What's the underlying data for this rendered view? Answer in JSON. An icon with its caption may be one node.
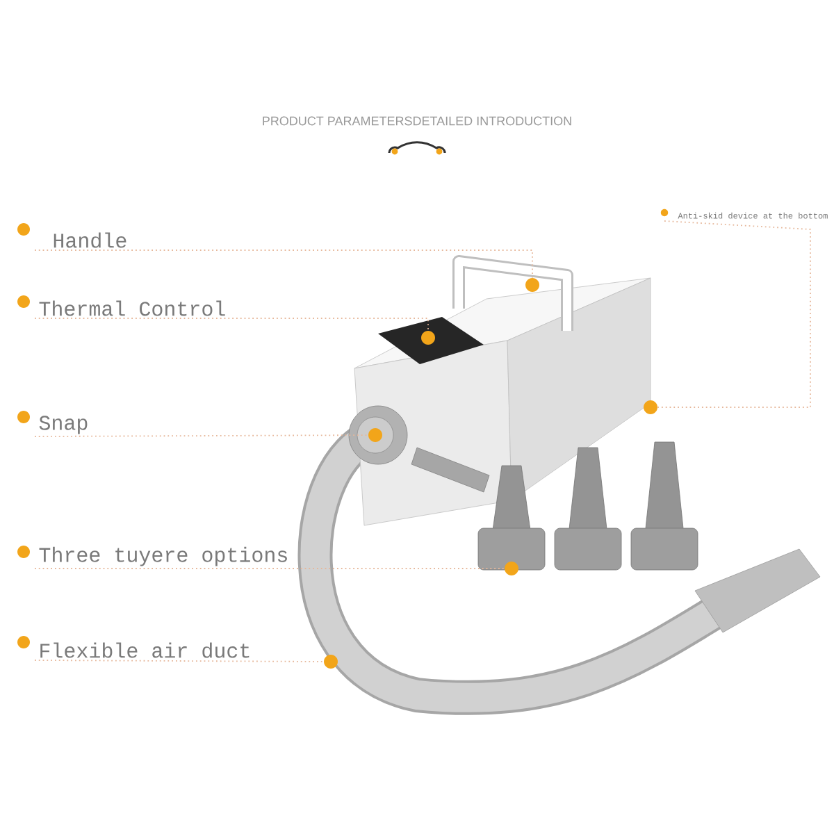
{
  "diagram": {
    "title": "PRODUCT PARAMETERSDETAILED INTRODUCTION",
    "nodes": [
      {
        "text": [
          "Handle"
        ]
      },
      {
        "text": [
          "Thermal Control"
        ]
      },
      {
        "text": [
          "Snap"
        ]
      },
      {
        "text": [
          "Three tuyere options"
        ]
      },
      {
        "text": [
          "Flexible air duct"
        ]
      },
      {
        "text": [
          "Anti-skid device at the bottom"
        ]
      },
      {
        "text": [],
        "shape": "circle"
      },
      {
        "text": [],
        "shape": "circle"
      },
      {
        "text": [],
        "shape": "circle"
      },
      {
        "text": [],
        "shape": "circle"
      },
      {
        "text": [],
        "shape": "circle"
      },
      {
        "text": [],
        "shape": "circle"
      }
    ],
    "edges": [
      {
        "from": 0,
        "to": 6,
        "arrow": "none"
      },
      {
        "from": 1,
        "to": 7,
        "arrow": "none"
      },
      {
        "from": 2,
        "to": 8,
        "arrow": "none"
      },
      {
        "from": 3,
        "to": 9,
        "arrow": "none"
      },
      {
        "from": 4,
        "to": 10,
        "arrow": "none"
      },
      {
        "from": 5,
        "to": 11,
        "arrow": "none"
      }
    ]
  }
}
